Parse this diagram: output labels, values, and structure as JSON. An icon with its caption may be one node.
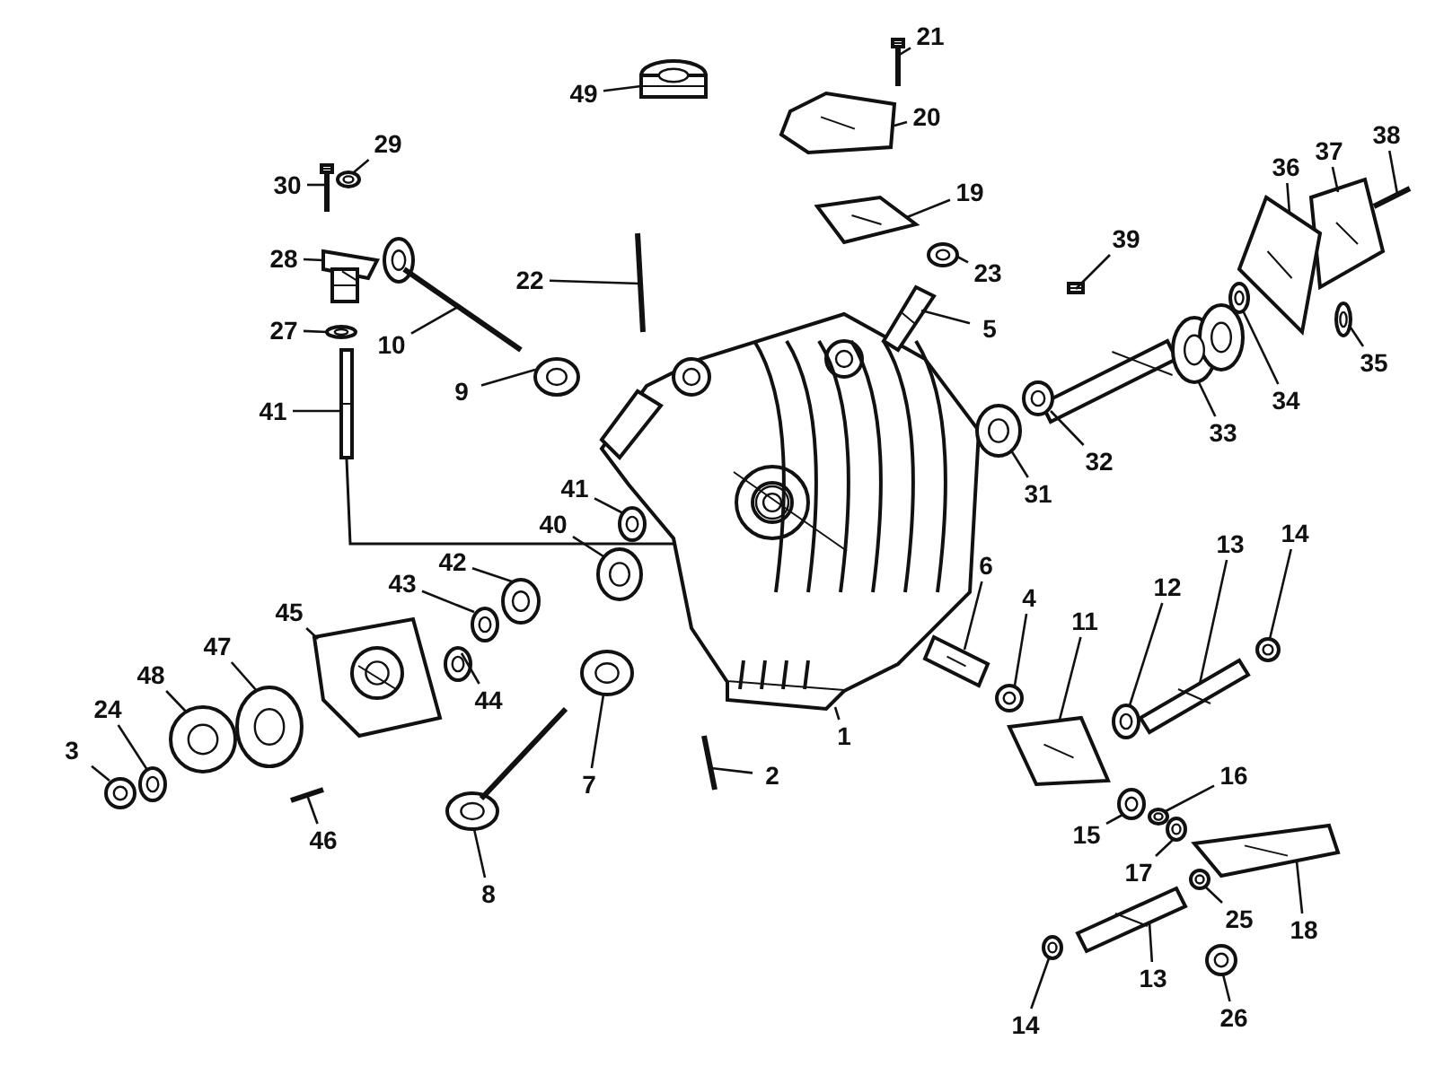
{
  "diagram": {
    "nodes": [
      {
        "text": [
          "49"
        ]
      },
      {
        "text": [
          "21"
        ]
      },
      {
        "text": [
          "20"
        ]
      },
      {
        "text": [
          "29"
        ]
      },
      {
        "text": [
          "30"
        ]
      },
      {
        "text": [
          "19"
        ]
      },
      {
        "text": [
          "28"
        ]
      },
      {
        "text": [
          "23"
        ]
      },
      {
        "text": [
          "22"
        ]
      },
      {
        "text": [
          "10"
        ]
      },
      {
        "text": [
          "27"
        ]
      },
      {
        "text": [
          "5"
        ]
      },
      {
        "text": [
          "39"
        ]
      },
      {
        "text": [
          "38"
        ]
      },
      {
        "text": [
          "37"
        ]
      },
      {
        "text": [
          "36"
        ]
      },
      {
        "text": [
          "35"
        ]
      },
      {
        "text": [
          "9"
        ]
      },
      {
        "text": [
          "41"
        ]
      },
      {
        "text": [
          "34"
        ]
      },
      {
        "text": [
          "33"
        ]
      },
      {
        "text": [
          "32"
        ]
      },
      {
        "text": [
          "31"
        ]
      },
      {
        "text": [
          "41"
        ]
      },
      {
        "text": [
          "40"
        ]
      },
      {
        "text": [
          "42"
        ]
      },
      {
        "text": [
          "43"
        ]
      },
      {
        "text": [
          "45"
        ]
      },
      {
        "text": [
          "47"
        ]
      },
      {
        "text": [
          "48"
        ]
      },
      {
        "text": [
          "44"
        ]
      },
      {
        "text": [
          "6"
        ]
      },
      {
        "text": [
          "4"
        ]
      },
      {
        "text": [
          "11"
        ]
      },
      {
        "text": [
          "12"
        ]
      },
      {
        "text": [
          "13"
        ]
      },
      {
        "text": [
          "14"
        ]
      },
      {
        "text": [
          "24"
        ]
      },
      {
        "text": [
          "3"
        ]
      },
      {
        "text": [
          "7"
        ]
      },
      {
        "text": [
          "1"
        ]
      },
      {
        "text": [
          "2"
        ]
      },
      {
        "text": [
          "46"
        ]
      },
      {
        "text": [
          "15"
        ]
      },
      {
        "text": [
          "16"
        ]
      },
      {
        "text": [
          "17"
        ]
      },
      {
        "text": [
          "8"
        ]
      },
      {
        "text": [
          "25"
        ]
      },
      {
        "text": [
          "18"
        ]
      },
      {
        "text": [
          "13"
        ]
      },
      {
        "text": [
          "14"
        ]
      },
      {
        "text": [
          "26"
        ]
      },
      {
        "text": [],
        "shape": "picture"
      },
      {
        "text": [],
        "shape": "picture"
      },
      {
        "text": [],
        "shape": "picture"
      },
      {
        "text": [],
        "shape": "picture"
      },
      {
        "text": [],
        "shape": "picture"
      },
      {
        "text": [],
        "shape": "picture"
      },
      {
        "text": [],
        "shape": "picture"
      },
      {
        "text": [],
        "shape": "picture"
      },
      {
        "text": [],
        "shape": "picture"
      },
      {
        "text": [],
        "shape": "picture"
      },
      {
        "text": [],
        "shape": "picture"
      },
      {
        "text": [],
        "shape": "picture"
      },
      {
        "text": [],
        "shape": "picture"
      },
      {
        "text": [],
        "shape": "picture"
      },
      {
        "text": [],
        "shape": "picture"
      },
      {
        "text": [],
        "shape": "picture"
      },
      {
        "text": [],
        "shape": "picture"
      },
      {
        "text": [],
        "shape": "picture"
      },
      {
        "text": [],
        "shape": "picture"
      },
      {
        "text": [],
        "shape": "picture"
      },
      {
        "text": [],
        "shape": "picture"
      },
      {
        "text": [],
        "shape": "picture"
      },
      {
        "text": [],
        "shape": "picture"
      },
      {
        "text": [],
        "shape": "picture"
      },
      {
        "text": [],
        "shape": "picture"
      },
      {
        "text": [],
        "shape": "picture"
      },
      {
        "text": [],
        "shape": "picture"
      },
      {
        "text": [],
        "shape": "picture"
      },
      {
        "text": [],
        "shape": "picture"
      },
      {
        "text": [],
        "shape": "picture"
      },
      {
        "text": [],
        "shape": "picture"
      },
      {
        "text": [],
        "shape": "picture"
      },
      {
        "text": [],
        "shape": "picture"
      },
      {
        "text": [],
        "shape": "picture"
      },
      {
        "text": [],
        "shape": "picture"
      },
      {
        "text": [],
        "shape": "picture"
      },
      {
        "text": [],
        "shape": "picture"
      },
      {
        "text": [],
        "shape": "picture"
      },
      {
        "text": [],
        "shape": "picture"
      },
      {
        "text": [],
        "shape": "picture"
      },
      {
        "text": [],
        "shape": "picture"
      },
      {
        "text": [],
        "shape": "picture"
      },
      {
        "text": [],
        "shape": "picture"
      },
      {
        "text": [],
        "shape": "picture"
      },
      {
        "text": [],
        "shape": "picture"
      },
      {
        "text": [],
        "shape": "picture"
      },
      {
        "text": [],
        "shape": "picture"
      },
      {
        "text": [],
        "shape": "picture"
      },
      {
        "text": [],
        "shape": "picture"
      },
      {
        "text": [],
        "shape": "picture"
      },
      {
        "text": [],
        "shape": "picture"
      },
      {
        "text": [],
        "shape": "picture"
      }
    ],
    "edges": [
      {
        "from": 0,
        "to": 52,
        "arrow": "none"
      },
      {
        "from": 1,
        "to": 53,
        "arrow": "none"
      },
      {
        "from": 2,
        "to": 54,
        "arrow": "none"
      },
      {
        "from": 3,
        "to": 55,
        "arrow": "none"
      },
      {
        "from": 4,
        "to": 56,
        "arrow": "none"
      },
      {
        "from": 5,
        "to": 57,
        "arrow": "none"
      },
      {
        "from": 6,
        "to": 58,
        "arrow": "none"
      },
      {
        "from": 7,
        "to": 59,
        "arrow": "none"
      },
      {
        "from": 8,
        "to": 60,
        "arrow": "none"
      },
      {
        "from": 9,
        "to": 61,
        "arrow": "none"
      },
      {
        "from": 10,
        "to": 62,
        "arrow": "none"
      },
      {
        "from": 11,
        "to": 63,
        "arrow": "none"
      },
      {
        "from": 12,
        "to": 64,
        "arrow": "none"
      },
      {
        "from": 13,
        "to": 65,
        "arrow": "none"
      },
      {
        "from": 14,
        "to": 66,
        "arrow": "none"
      },
      {
        "from": 15,
        "to": 67,
        "arrow": "none"
      },
      {
        "from": 16,
        "to": 68,
        "arrow": "none"
      },
      {
        "from": 17,
        "to": 69,
        "arrow": "none"
      },
      {
        "from": 18,
        "to": 70,
        "arrow": "none"
      },
      {
        "from": 19,
        "to": 71,
        "arrow": "none"
      },
      {
        "from": 20,
        "to": 72,
        "arrow": "none"
      },
      {
        "from": 21,
        "to": 73,
        "arrow": "none"
      },
      {
        "from": 22,
        "to": 74,
        "arrow": "none"
      },
      {
        "from": 23,
        "to": 75,
        "arrow": "none"
      },
      {
        "from": 24,
        "to": 76,
        "arrow": "none"
      },
      {
        "from": 25,
        "to": 77,
        "arrow": "none"
      },
      {
        "from": 26,
        "to": 78,
        "arrow": "none"
      },
      {
        "from": 27,
        "to": 79,
        "arrow": "none"
      },
      {
        "from": 28,
        "to": 80,
        "arrow": "none"
      },
      {
        "from": 29,
        "to": 81,
        "arrow": "none"
      },
      {
        "from": 30,
        "to": 82,
        "arrow": "none"
      },
      {
        "from": 31,
        "to": 83,
        "arrow": "none"
      },
      {
        "from": 32,
        "to": 84,
        "arrow": "none"
      },
      {
        "from": 33,
        "to": 85,
        "arrow": "none"
      },
      {
        "from": 34,
        "to": 86,
        "arrow": "none"
      },
      {
        "from": 35,
        "to": 87,
        "arrow": "none"
      },
      {
        "from": 36,
        "to": 88,
        "arrow": "none"
      },
      {
        "from": 37,
        "to": 89,
        "arrow": "none"
      },
      {
        "from": 38,
        "to": 90,
        "arrow": "none"
      },
      {
        "from": 39,
        "to": 91,
        "arrow": "none"
      },
      {
        "from": 40,
        "to": 92,
        "arrow": "none"
      },
      {
        "from": 41,
        "to": 93,
        "arrow": "none"
      },
      {
        "from": 42,
        "to": 94,
        "arrow": "none"
      },
      {
        "from": 43,
        "to": 95,
        "arrow": "none"
      },
      {
        "from": 44,
        "to": 96,
        "arrow": "none"
      },
      {
        "from": 45,
        "to": 97,
        "arrow": "none"
      },
      {
        "from": 46,
        "to": 98,
        "arrow": "none"
      },
      {
        "from": 47,
        "to": 99,
        "arrow": "none"
      },
      {
        "from": 48,
        "to": 100,
        "arrow": "none"
      },
      {
        "from": 49,
        "to": 101,
        "arrow": "none"
      },
      {
        "from": 50,
        "to": 102,
        "arrow": "none"
      },
      {
        "from": 51,
        "to": 103,
        "arrow": "none"
      },
      {
        "from": 70,
        "to": 92,
        "arrow": "none"
      }
    ]
  }
}
